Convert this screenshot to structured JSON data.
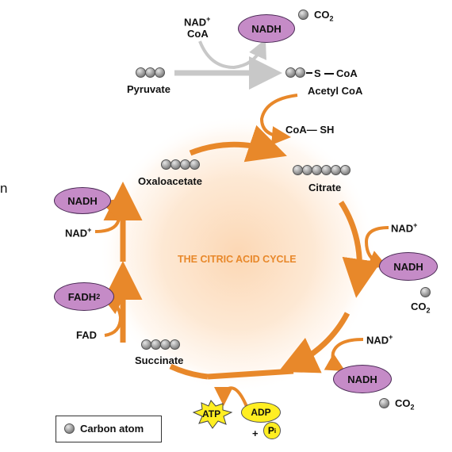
{
  "top": {
    "nad_plus": "NAD",
    "nad_plus_sup": "+",
    "coa": "CoA",
    "nadh": "NADH",
    "co2": "CO",
    "co2_sub": "2",
    "pyruvate": "Pyruvate",
    "acetyl_s": "S",
    "acetyl_coa_group": "CoA",
    "acetyl_coa": "Acetyl CoA",
    "coa_sh": "CoA— SH"
  },
  "cycle": {
    "title": "THE CITRIC ACID CYCLE",
    "oxaloacetate": "Oxaloacetate",
    "citrate": "Citrate",
    "succinate": "Succinate"
  },
  "right": {
    "nad_plus_1": "NAD",
    "nadh_1": "NADH",
    "co2_1": "CO",
    "nad_plus_2": "NAD",
    "nadh_2": "NADH",
    "co2_2": "CO"
  },
  "left": {
    "nadh": "NADH",
    "nad_plus": "NAD",
    "fadh2": "FADH",
    "fad": "FAD"
  },
  "bottom": {
    "atp": "ATP",
    "adp": "ADP",
    "plus": "+",
    "pi": "P",
    "pi_sub": "i"
  },
  "legend": {
    "label": "Carbon atom"
  },
  "edge_fragment": "n",
  "colors": {
    "arrow": "#e8882a",
    "glow": "#fbd2aa",
    "nadh_fill": "#c58bc7",
    "atp_fill": "#ffee22",
    "carbon": "#8a8a8a",
    "grey_arrow": "#c8c8c8"
  }
}
